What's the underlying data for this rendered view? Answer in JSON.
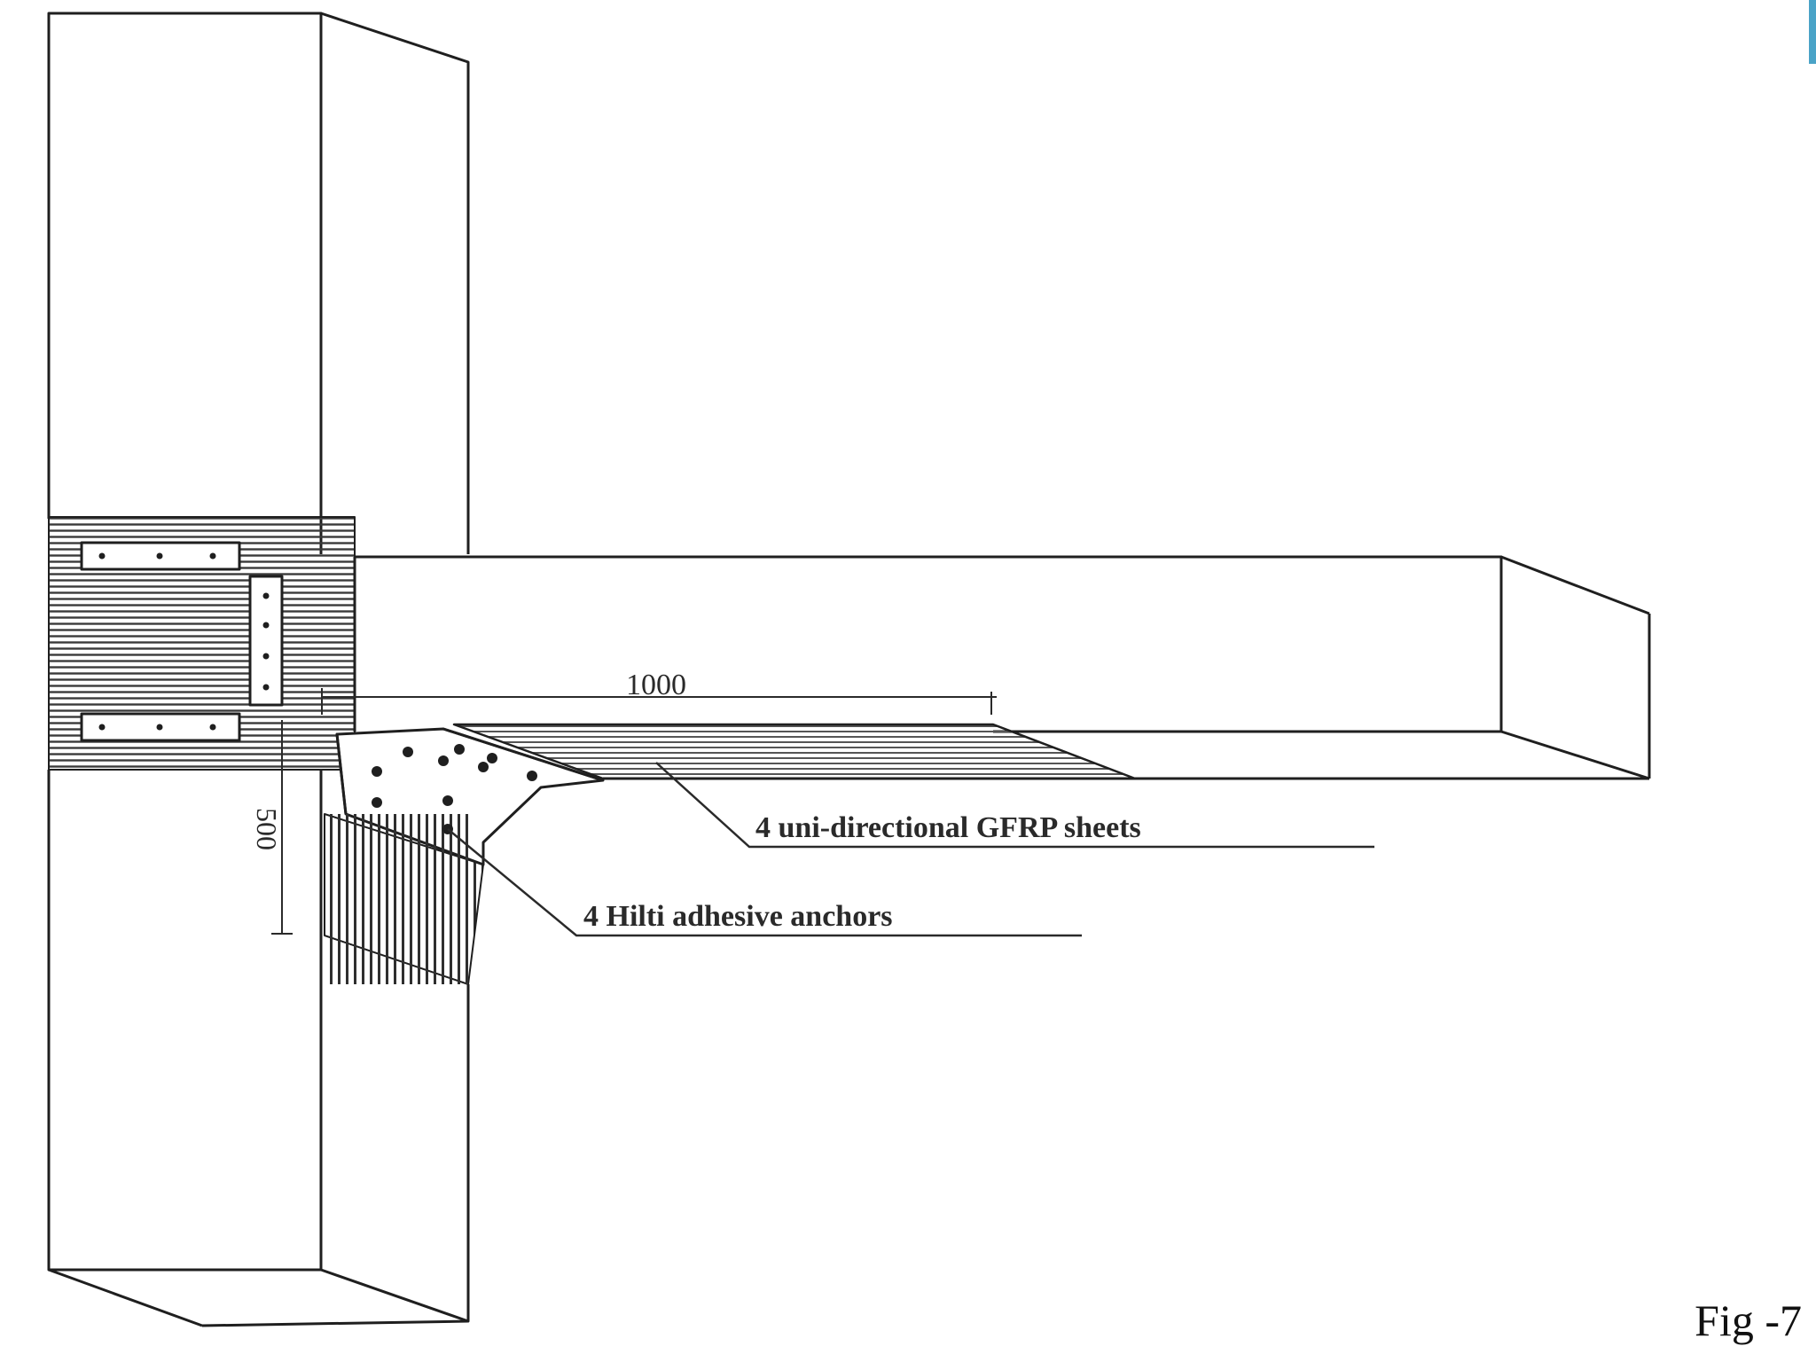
{
  "diagram": {
    "dimension_horizontal": "1000",
    "dimension_vertical": "500",
    "callout_sheets": "4 uni-directional GFRP sheets",
    "callout_anchors": "4 Hilti adhesive anchors"
  },
  "figure_label": "Fig -7",
  "colors": {
    "line": "#1f1f1f",
    "hatch": "#3a3a3a",
    "accent": "#4aa3c7"
  }
}
